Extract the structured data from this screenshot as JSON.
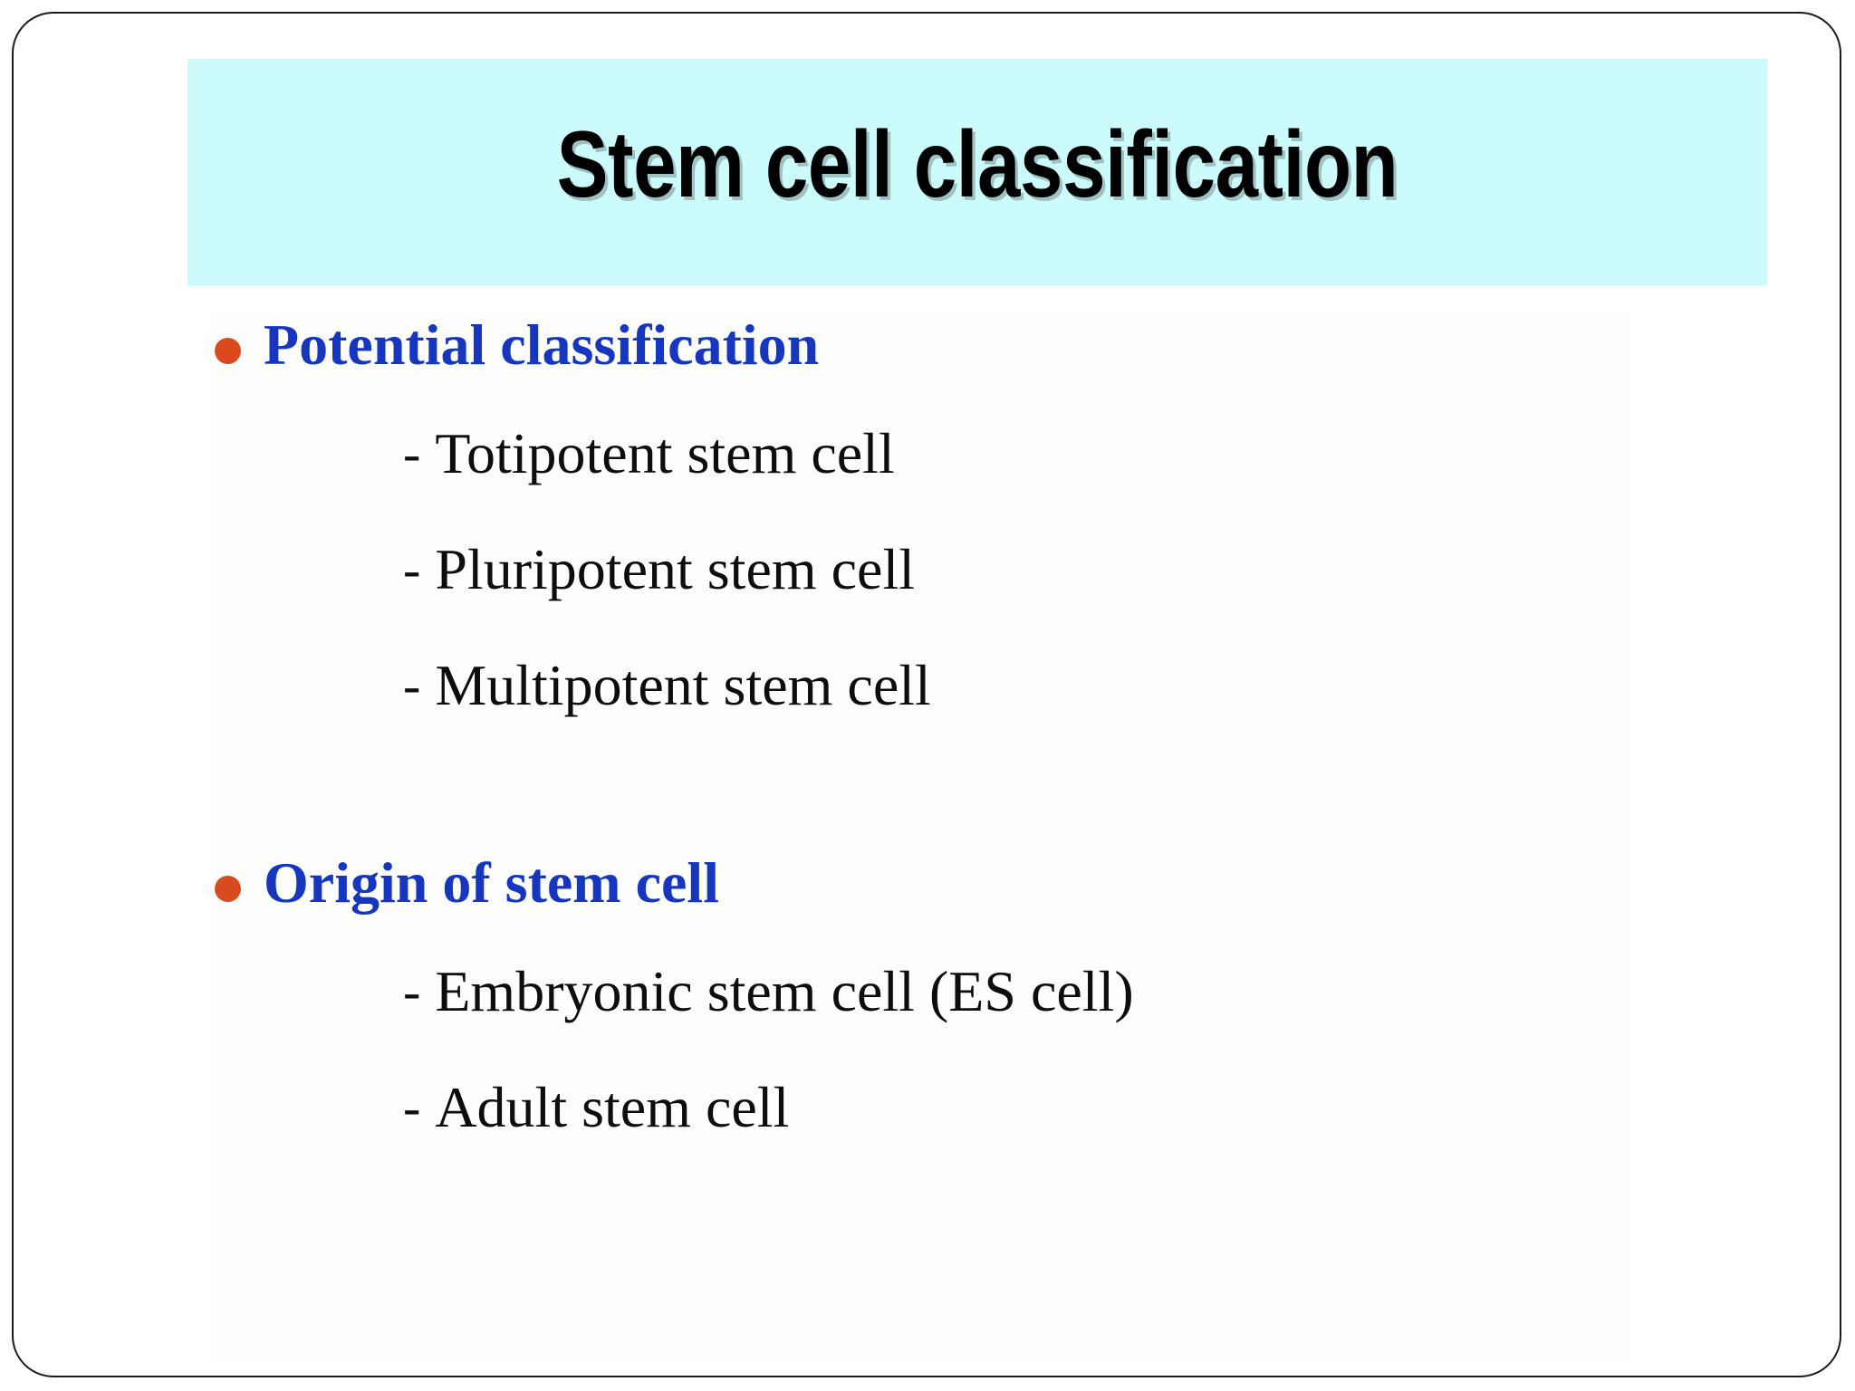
{
  "slide": {
    "title": "Stem cell classification",
    "frame_border_color": "#1a1a1a",
    "title_band_color": "#ccfbfc",
    "bullet_color": "#d94a1e",
    "heading_color": "#1636bf",
    "body_text_color": "#0d0d0d",
    "background_color": "#ffffff"
  },
  "groups": [
    {
      "heading": "Potential classification",
      "bullet_icon": "filled-circle-bullet",
      "items": [
        {
          "dash": "-",
          "text": "Totipotent stem cell"
        },
        {
          "dash": "-",
          "text": "Pluripotent stem cell"
        },
        {
          "dash": "-",
          "text": "Multipotent stem cell"
        }
      ]
    },
    {
      "heading": "Origin of stem cell",
      "bullet_icon": "filled-circle-bullet",
      "items": [
        {
          "dash": "-",
          "text": "Embryonic stem cell (ES cell)"
        },
        {
          "dash": "-",
          "text": "Adult stem cell"
        }
      ]
    }
  ]
}
